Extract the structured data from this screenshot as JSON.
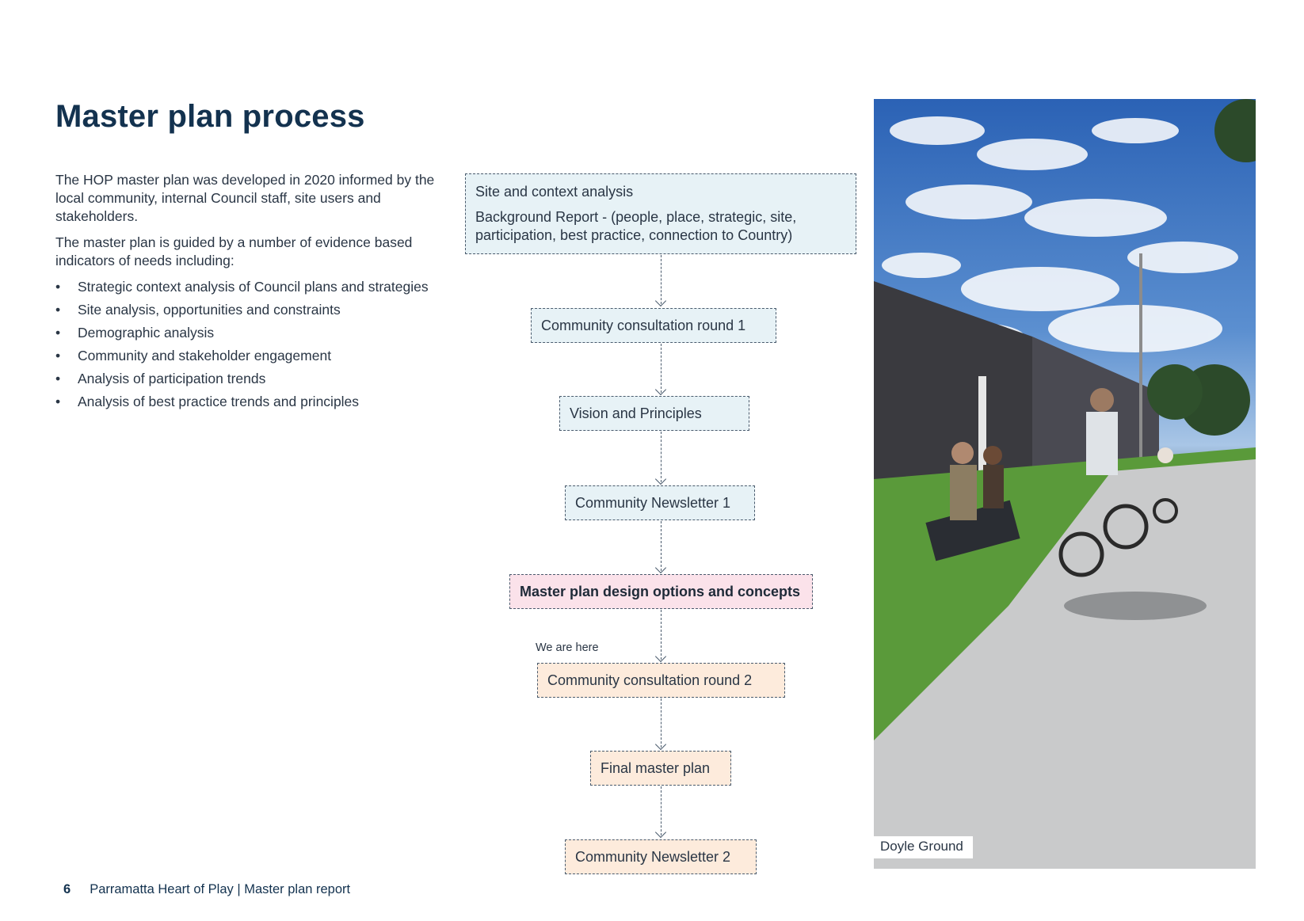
{
  "page": {
    "title": "Master plan process",
    "intro_paragraphs": [
      "The HOP master plan was developed in 2020 informed by the local community, internal Council staff, site users and stakeholders.",
      "The master plan is guided by a number of evidence based indicators of needs including:"
    ],
    "bullets": [
      "Strategic context analysis of Council plans and strategies",
      "Site analysis, opportunities and constraints",
      "Demographic analysis",
      "Community and stakeholder engagement",
      "Analysis of participation trends",
      "Analysis of best practice trends and principles"
    ],
    "bullet_symbol": "•"
  },
  "flow": {
    "steps": [
      {
        "line1": "Site and context analysis",
        "line2": "Background Report - (people, place, strategic, site, participation, best practice, connection to Country)"
      },
      {
        "label": "Community consultation round 1"
      },
      {
        "label": "Vision and Principles"
      },
      {
        "label": "Community Newsletter 1"
      },
      {
        "label": "Master plan design options and concepts"
      },
      {
        "label": "Community consultation round 2"
      },
      {
        "label": "Final master plan"
      },
      {
        "label": "Community Newsletter 2"
      }
    ],
    "marker_label": "We are here",
    "colors": {
      "completed": "#e7f2f6",
      "current": "#fbe2ea",
      "upcoming": "#fdebdc",
      "border": "#4a5b6d"
    }
  },
  "photo": {
    "caption": "Doyle Ground"
  },
  "footer": {
    "page_number": "6",
    "document_title": "Parramatta Heart of Play | Master plan report"
  }
}
